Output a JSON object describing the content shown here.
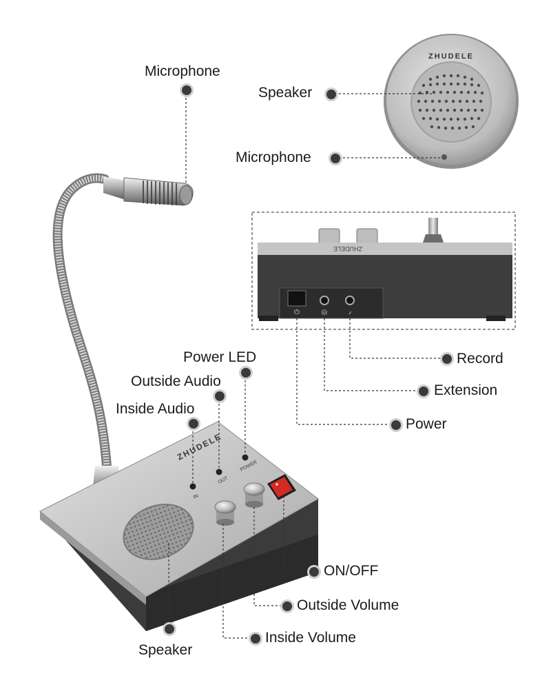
{
  "brand": "ZHUDELE",
  "callouts": {
    "microphone_top": "Microphone",
    "speaker_round": "Speaker",
    "microphone_round": "Microphone",
    "power_led": "Power LED",
    "outside_audio": "Outside Audio",
    "inside_audio": "Inside Audio",
    "record": "Record",
    "extension": "Extension",
    "power": "Power",
    "on_off": "ON/OFF",
    "outside_volume": "Outside Volume",
    "inside_volume": "Inside Volume",
    "speaker_front": "Speaker"
  },
  "panel_markings": {
    "in": "IN",
    "out": "OUT",
    "power": "POWER"
  },
  "colors": {
    "silver": "#c9c9c9",
    "dark_base": "#3b3b3b",
    "switch_red": "#d42a24",
    "callout_dot": "#3a3a3a"
  }
}
